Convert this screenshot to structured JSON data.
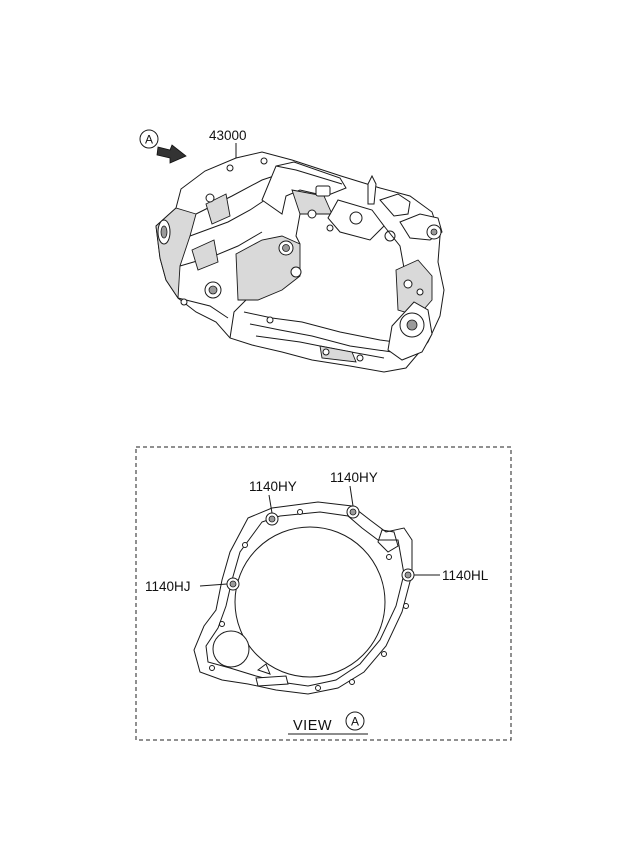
{
  "diagram": {
    "view_arrow_letter": "A",
    "assembly": {
      "part_number": "43000"
    },
    "inset": {
      "bolt_labels": [
        {
          "id": "top_left",
          "text": "1140HY"
        },
        {
          "id": "top_right",
          "text": "1140HY"
        },
        {
          "id": "left",
          "text": "1140HJ"
        },
        {
          "id": "right",
          "text": "1140HL"
        }
      ],
      "view_label": {
        "text": "VIEW",
        "letter": "A"
      }
    }
  }
}
